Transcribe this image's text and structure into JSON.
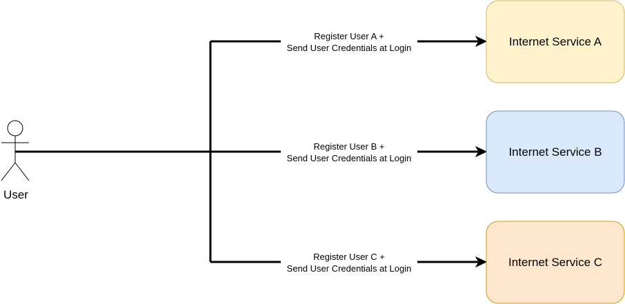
{
  "actor": {
    "label": "User"
  },
  "services": [
    {
      "label": "Internet Service A",
      "fill": "#fff2cc",
      "stroke": "#d6b656"
    },
    {
      "label": "Internet Service B",
      "fill": "#dae8fc",
      "stroke": "#6c8ebf"
    },
    {
      "label": "Internet Service C",
      "fill": "#ffe6cc",
      "stroke": "#d79b00"
    }
  ],
  "edges": [
    {
      "line1": "Register User A +",
      "line2": "Send User Credentials at Login"
    },
    {
      "line1": "Register User B +",
      "line2": "Send User Credentials at Login"
    },
    {
      "line1": "Register User C +",
      "line2": "Send User Credentials at Login"
    }
  ]
}
